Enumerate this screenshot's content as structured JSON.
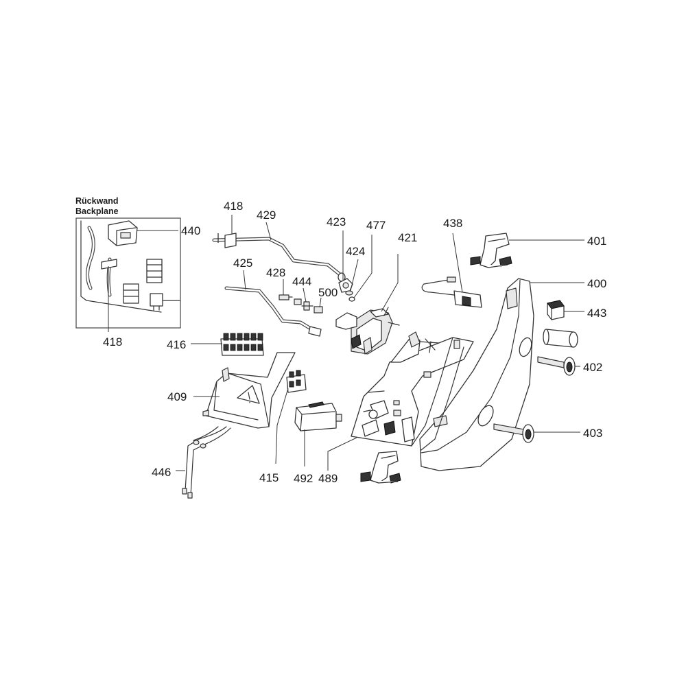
{
  "inset": {
    "title_de": "Rückwand",
    "title_en": "Backplane"
  },
  "labels": {
    "p400": "400",
    "p401": "401",
    "p402": "402",
    "p403": "403",
    "p409": "409",
    "p415": "415",
    "p416": "416",
    "p418_top": "418",
    "p418_inset": "418",
    "p421": "421",
    "p423": "423",
    "p424": "424",
    "p425": "425",
    "p428": "428",
    "p429": "429",
    "p438": "438",
    "p440": "440",
    "p443": "443",
    "p444": "444",
    "p446": "446",
    "p477": "477",
    "p489": "489",
    "p492": "492",
    "p500": "500"
  }
}
